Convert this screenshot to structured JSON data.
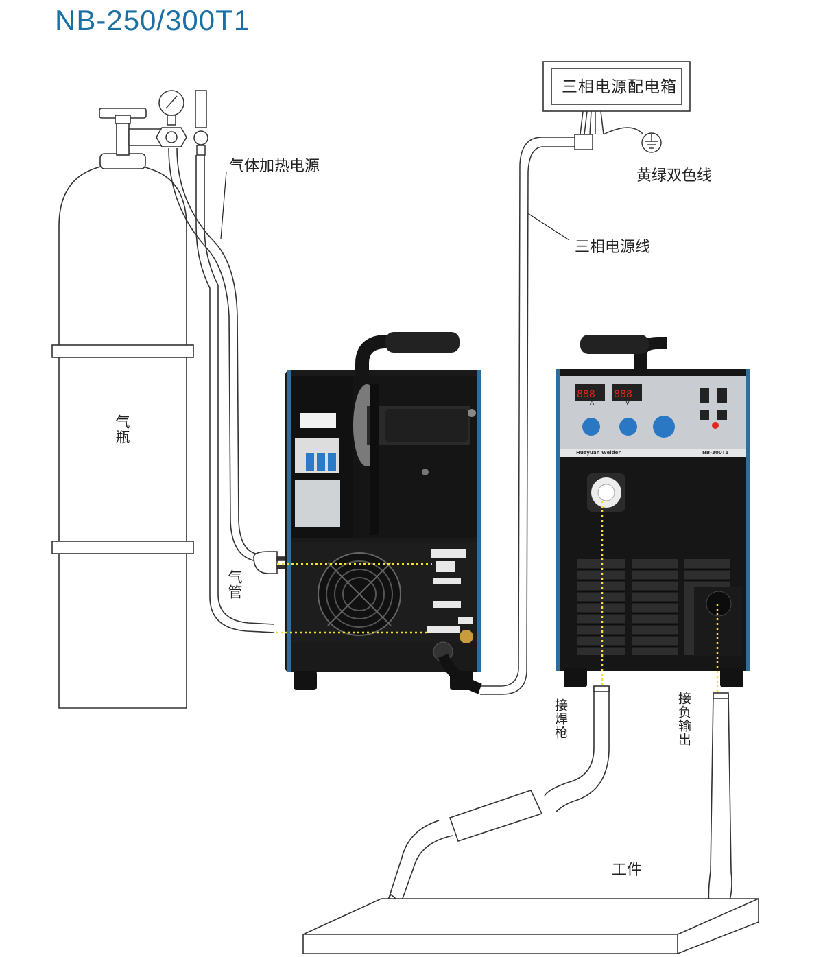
{
  "title": "NB-250/300T1",
  "labels": {
    "power_box": "三相电源配电箱",
    "ground_wire": "黄绿双色线",
    "three_phase_cable": "三相电源线",
    "gas_heater_power": "气体加热电源",
    "gas_cylinder": "气瓶",
    "gas_hose": "气管",
    "torch_connection": "接焊枪",
    "negative_output": "接负输出",
    "workpiece": "工件"
  },
  "front_panel": {
    "brand": "Huayuan Welder",
    "model": "NB-300T1",
    "ammeter_unit": "A",
    "voltmeter_unit": "V",
    "display_a": "888",
    "display_v": "888"
  },
  "colors": {
    "title_blue": "#1a6fa3",
    "machine_body": "#1c1c1c",
    "panel_gray": "#c9ccd0",
    "led_red": "#e0261f",
    "knob_blue": "#2a78c4",
    "dotted_yellow": "#f3e22a"
  }
}
